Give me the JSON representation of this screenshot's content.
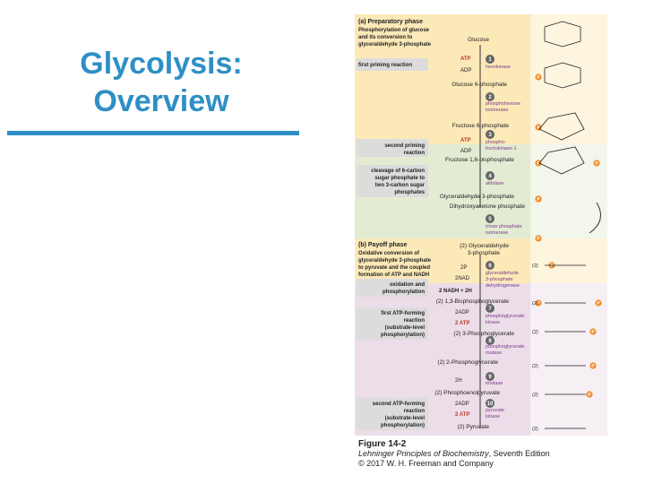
{
  "slide": {
    "title_line1": "Glycolysis:",
    "title_line2": "Overview",
    "accent_color": "#2e8fc6"
  },
  "figure": {
    "phase_a_title": "(a) Preparatory phase",
    "phase_a_desc": [
      "Phosphorylation of glucose",
      "and its conversion to",
      "glyceraldehyde 3-phosphate"
    ],
    "phase_b_title": "(b) Payoff phase",
    "phase_b_desc": [
      "Oxidative conversion of",
      "glyceraldehyde 3-phosphate",
      "to pyruvate and the coupled",
      "formation of ATP and NADH"
    ],
    "side_labels": [
      [
        "first priming reaction"
      ],
      [
        "second priming",
        "reaction"
      ],
      [
        "cleavage of 6-carbon",
        "sugar phosphate to",
        "two 3-carbon sugar",
        "phosphates"
      ],
      [
        "oxidation and",
        "phosphorylation"
      ],
      [
        "first ATP-forming",
        "reaction",
        "(substrate-level",
        "phosphorylation)"
      ],
      [
        "second ATP-forming",
        "reaction",
        "(substrate-level",
        "phosphorylation)"
      ]
    ],
    "metabolites": [
      "Glucose",
      "Glucose 6-phosphate",
      "Fructose 6-phosphate",
      "Fructose 1,6-bisphosphate",
      "Glyceraldehyde 3-phosphate",
      "Dihydroxyacetone phosphate",
      "(2) Glyceraldehyde",
      "3-phosphate",
      "(2) 1,3-Bisphosphoglycerate",
      "(2) 3-Phosphoglycerate",
      "(2) 2-Phosphoglycerate",
      "(2) Phosphoenolpyruvate",
      "(2) Pyruvate"
    ],
    "steps": [
      "1",
      "2",
      "3",
      "4",
      "5",
      "6",
      "7",
      "8",
      "9",
      "10"
    ],
    "enzymes": [
      [
        "hexokinase"
      ],
      [
        "phosphohexose",
        "isomerase"
      ],
      [
        "phospho-",
        "fructokinase-1"
      ],
      [
        "aldolase"
      ],
      [
        "triose phosphate",
        "isomerase"
      ],
      [
        "glyceraldehyde",
        "3-phosphate",
        "dehydrogenase"
      ],
      [
        "phosphoglycerate",
        "kinase"
      ],
      [
        "phosphoglycerate",
        "mutase"
      ],
      [
        "enolase"
      ],
      [
        "pyruvate",
        "kinase"
      ]
    ],
    "cofactors": {
      "atp": "ATP",
      "adp": "ADP",
      "two_pi": "2P",
      "two_nad": "2NAD",
      "two_nadh": "2 NADH + 2H",
      "two_adp": "2ADP",
      "two_atp": "2 ATP",
      "two_h2o": "2H",
      "two_mult": "(2)",
      "phosphate_symbol": "P"
    },
    "colors": {
      "prep_bg": "#fce9b8",
      "cleavage_bg": "#e3ecd3",
      "payoff_bg": "#ecdde8",
      "side_label_bg": "#dcdcdc",
      "step_circle": "#666666",
      "enzyme_text": "#7a3a8c",
      "phosphate": "#f08a24"
    }
  },
  "caption": {
    "figure_number": "Figure 14-2",
    "book_title": "Lehninger Principles of Biochemistry",
    "edition": ", Seventh Edition",
    "copyright": "© 2017 W. H. Freeman and Company"
  }
}
